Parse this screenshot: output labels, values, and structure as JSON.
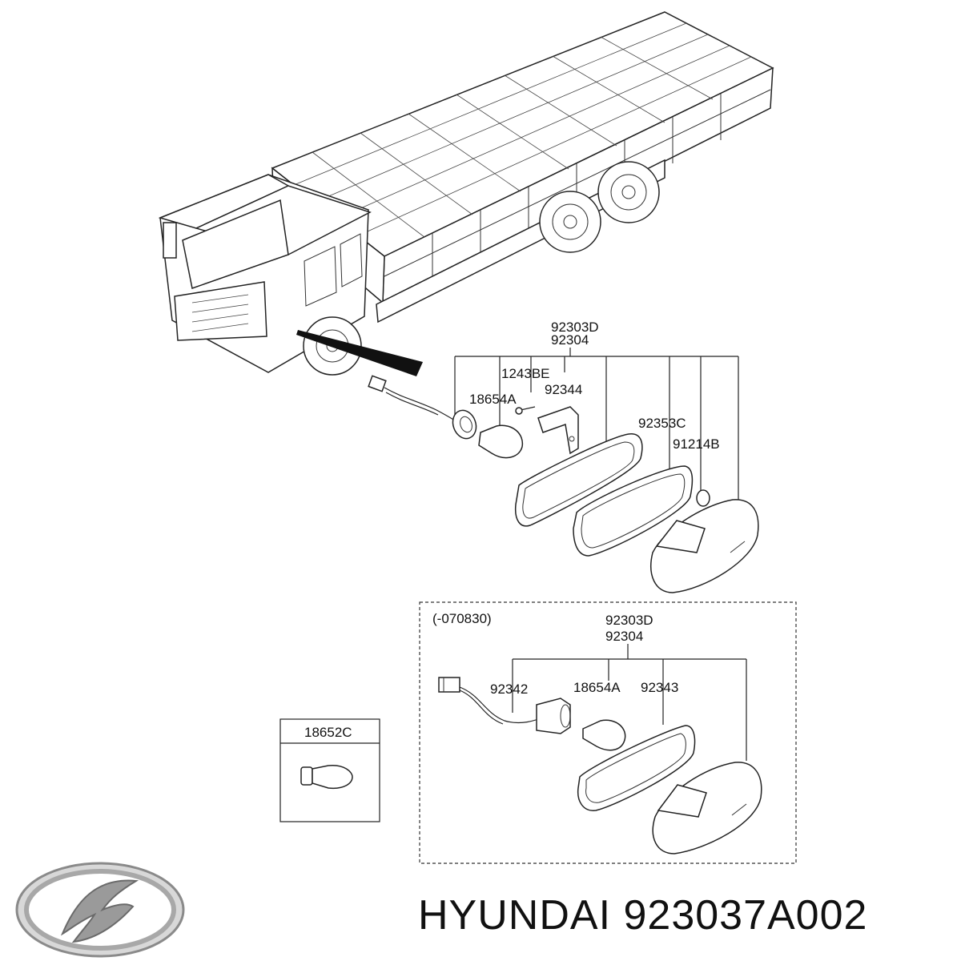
{
  "upper_group": {
    "assembly_labels": [
      "92303D",
      "92304"
    ],
    "part_labels": {
      "screw": "1243BE",
      "bracket": "92344",
      "bulb": "18654A",
      "gasket": "92353C",
      "clip": "91214B"
    }
  },
  "lower_group": {
    "date_note": "(-070830)",
    "assembly_labels": [
      "92303D",
      "92304"
    ],
    "part_labels": {
      "harness": "92342",
      "bulb": "18654A",
      "gasket": "92343"
    }
  },
  "bulb_inset": {
    "label": "18652C"
  },
  "brand": {
    "logo_icon": "hyundai-logo",
    "text": "HYUNDAI 923037A002"
  }
}
